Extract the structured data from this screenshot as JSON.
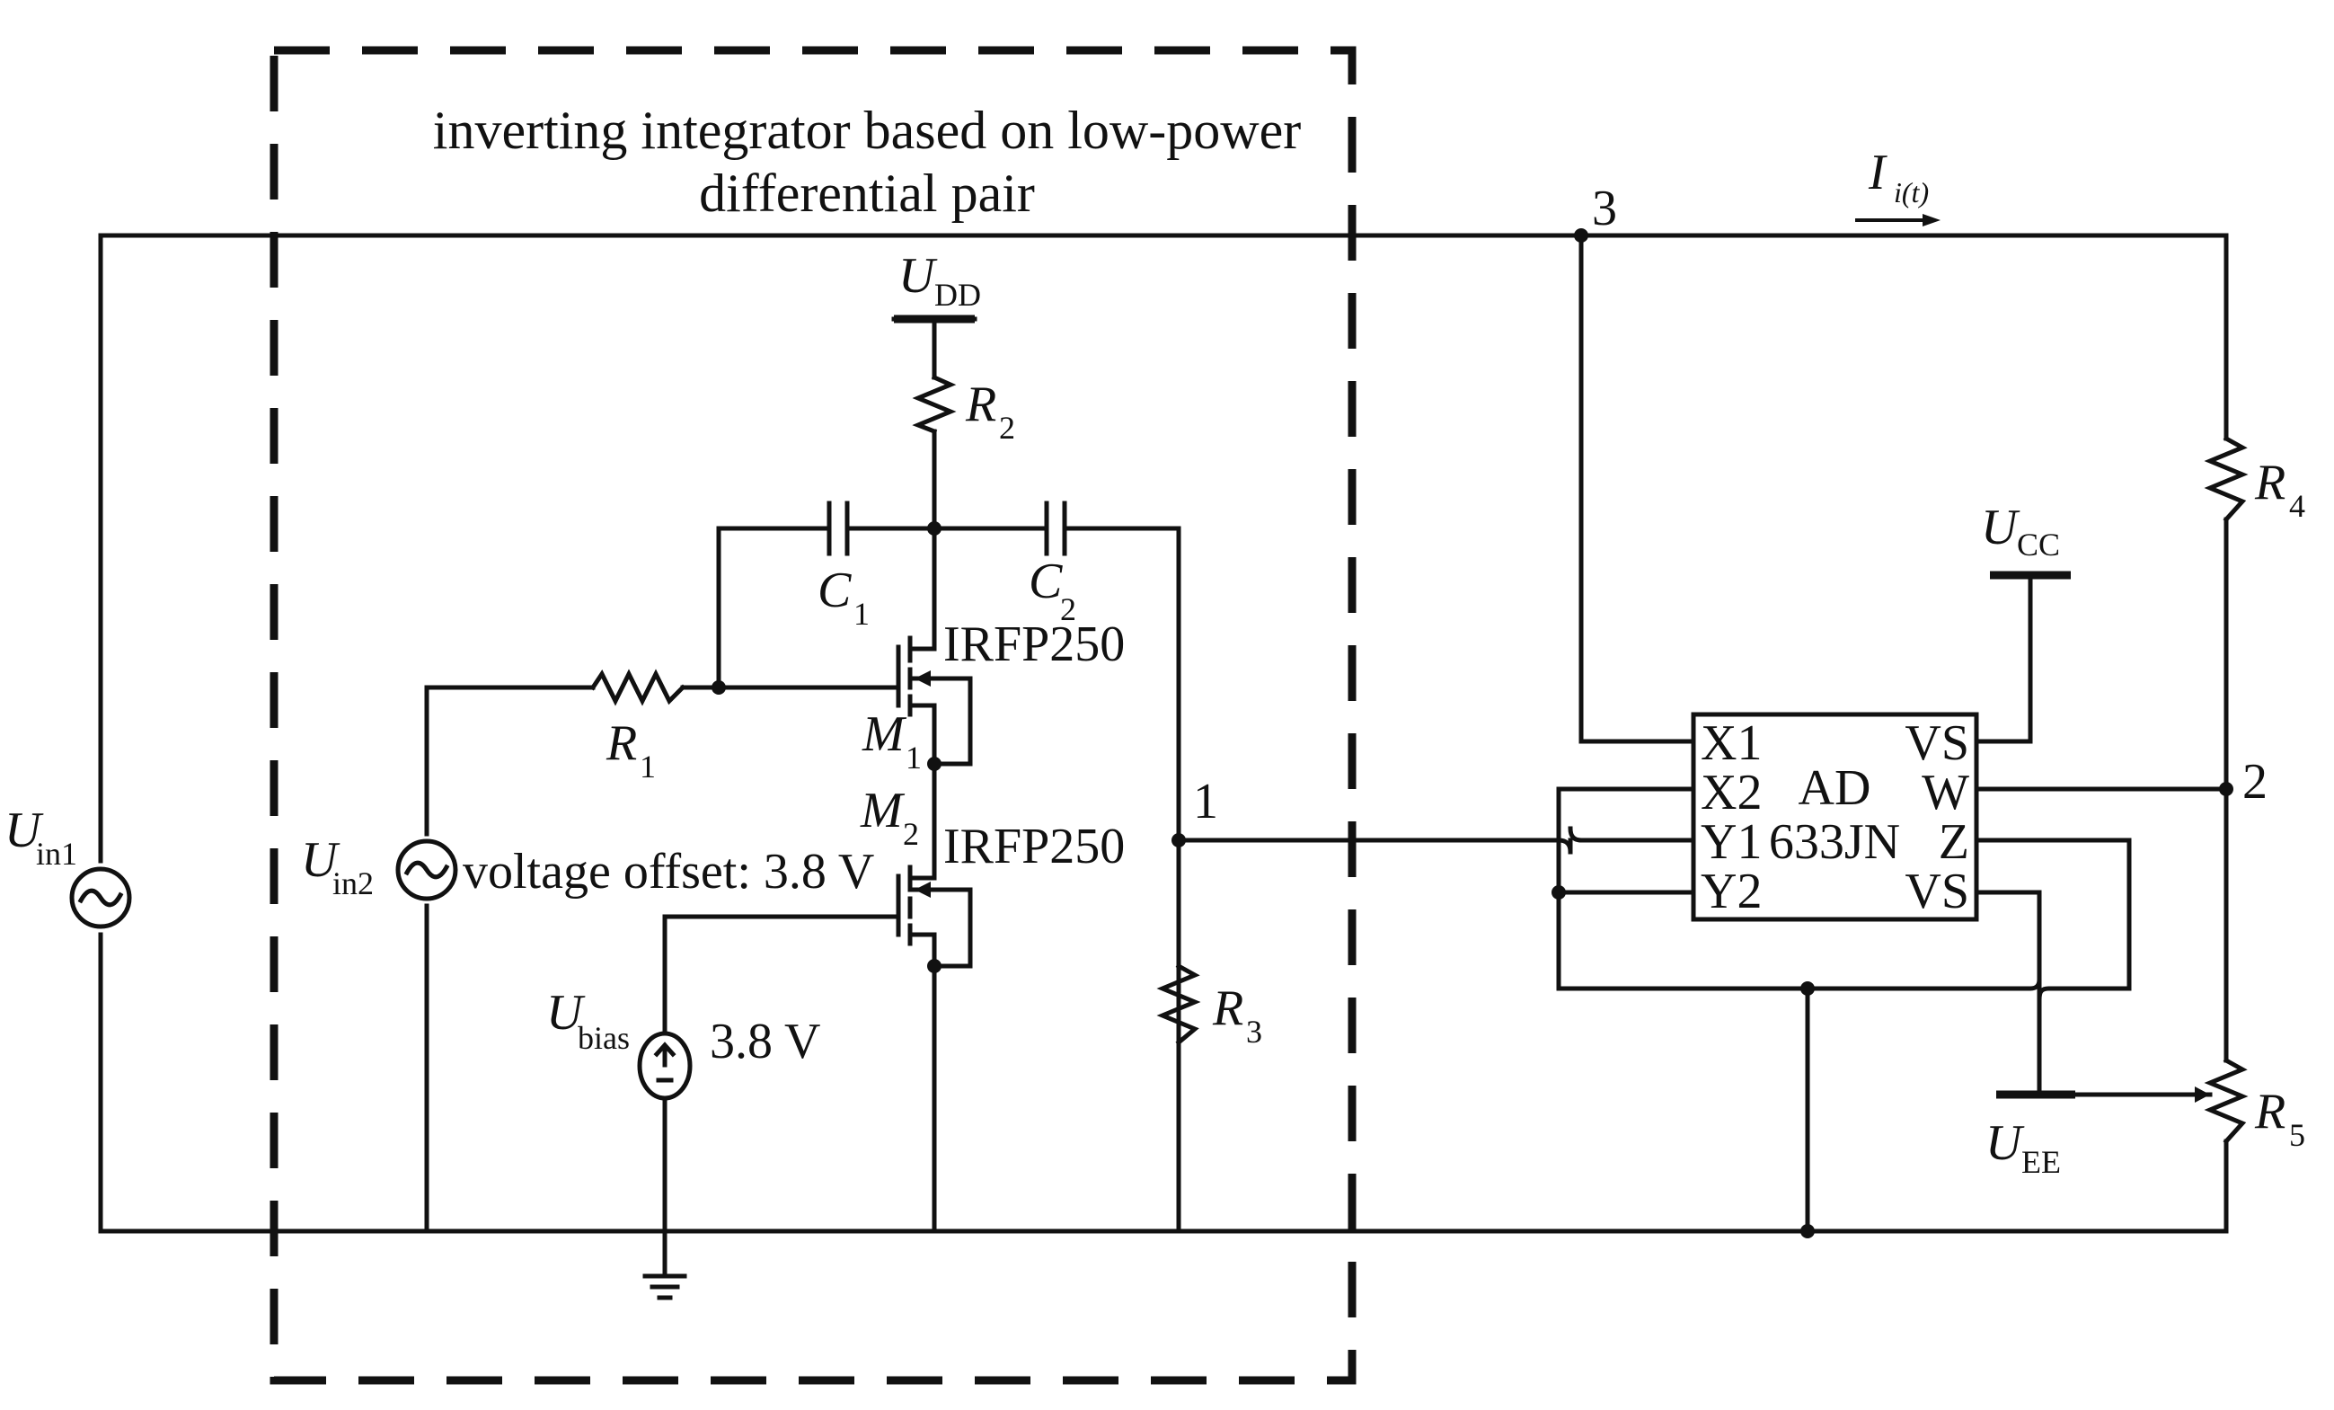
{
  "title_line1": "inverting integrator based on low-power",
  "title_line2": "differential pair",
  "nodes": {
    "n1": "1",
    "n2": "2",
    "n3": "3"
  },
  "current": {
    "main": "I",
    "sub": "i(t)"
  },
  "supplies": {
    "udd": {
      "main": "U",
      "sub": "DD"
    },
    "ucc": {
      "main": "U",
      "sub": "CC"
    },
    "uee": {
      "main": "U",
      "sub": "EE"
    }
  },
  "sources": {
    "uin1": {
      "main": "U",
      "sub": "in1"
    },
    "uin2": {
      "main": "U",
      "sub": "in2"
    },
    "uin2_offset": "voltage offset: 3.8 V",
    "ubias": {
      "main": "U",
      "sub": "bias"
    },
    "ubias_value": "3.8 V"
  },
  "resistors": {
    "r1": {
      "main": "R",
      "sub": "1"
    },
    "r2": {
      "main": "R",
      "sub": "2"
    },
    "r3": {
      "main": "R",
      "sub": "3"
    },
    "r4": {
      "main": "R",
      "sub": "4"
    },
    "r5": {
      "main": "R",
      "sub": "5"
    }
  },
  "capacitors": {
    "c1": {
      "main": "C",
      "sub": "1"
    },
    "c2": {
      "main": "C",
      "sub": "2"
    }
  },
  "transistors": {
    "m1": {
      "main": "M",
      "sub": "1",
      "part": "IRFP250"
    },
    "m2": {
      "main": "M",
      "sub": "2",
      "part": "IRFP250"
    }
  },
  "multiplier": {
    "name_line1": "AD",
    "name_line2": "633JN",
    "pins": {
      "x1": "X1",
      "x2": "X2",
      "y1": "Y1",
      "y2": "Y2",
      "vs_top": "VS",
      "w": "W",
      "z": "Z",
      "vs_bottom": "VS"
    }
  }
}
